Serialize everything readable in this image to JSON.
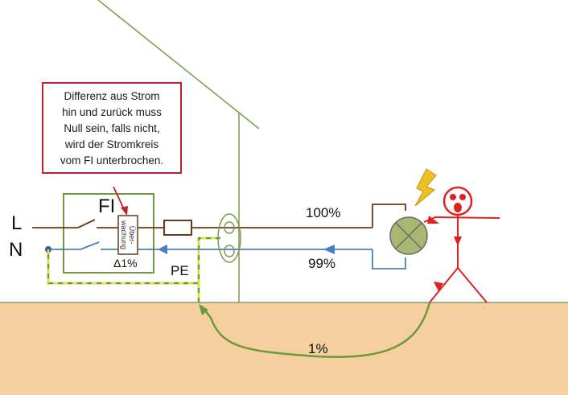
{
  "callout": {
    "lines": [
      "Differenz  aus Strom",
      "hin und zurück muss",
      "Null sein, falls nicht,",
      "wird der Stromkreis",
      "vom FI unterbrochen."
    ]
  },
  "labels": {
    "L": "L",
    "N": "N",
    "FI": "FI",
    "monitor": "Über-\nwachung",
    "delta": "Δ1%",
    "PE": "PE",
    "phase_current": "100%",
    "neutral_current": "99%",
    "ground_current": "1%"
  },
  "colors": {
    "phase": "#6b3a1a",
    "neutral": "#4a7fc0",
    "earth_green": "#6a9a3a",
    "earth_yellow": "#e8e030",
    "house": "#7a9a4a",
    "ground": "#f6cfa0",
    "person": "#e02020",
    "lamp": "#a8b870",
    "lightning": "#f0c020",
    "callout_border": "#c0202a"
  },
  "icons": {
    "lamp": "lamp-cross-icon",
    "lightning": "lightning-bolt-icon",
    "person": "stick-figure-icon",
    "switch": "switch-icon",
    "fuse": "fuse-icon",
    "socket": "socket-icon"
  }
}
